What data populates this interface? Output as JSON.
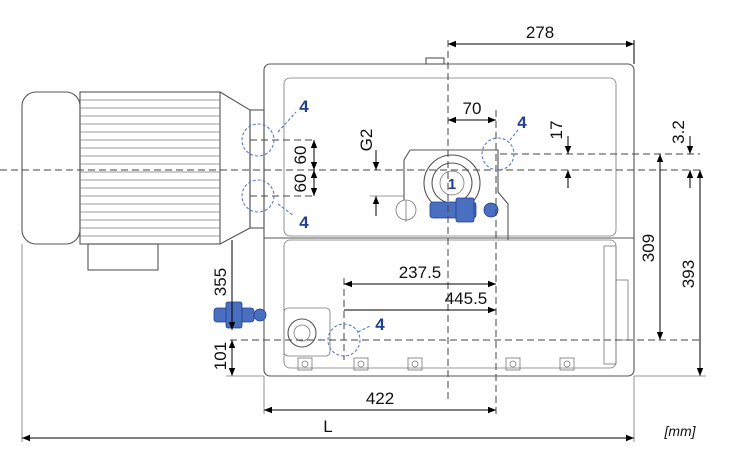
{
  "dimensions": {
    "d278": "278",
    "d70": "70",
    "d17": "17",
    "d3_2": "3.2",
    "g2": "G2",
    "d60a": "60",
    "d60b": "60",
    "d309": "309",
    "d393": "393",
    "d355": "355",
    "d237_5": "237.5",
    "d445_5": "445.5",
    "d101": "101",
    "d422": "422",
    "dL": "L"
  },
  "callouts": {
    "ref4": "4",
    "ref1": "1"
  },
  "unit": "[mm]",
  "colors": {
    "callout_blue": "#1f3f8f",
    "line_gray": "#555555"
  }
}
